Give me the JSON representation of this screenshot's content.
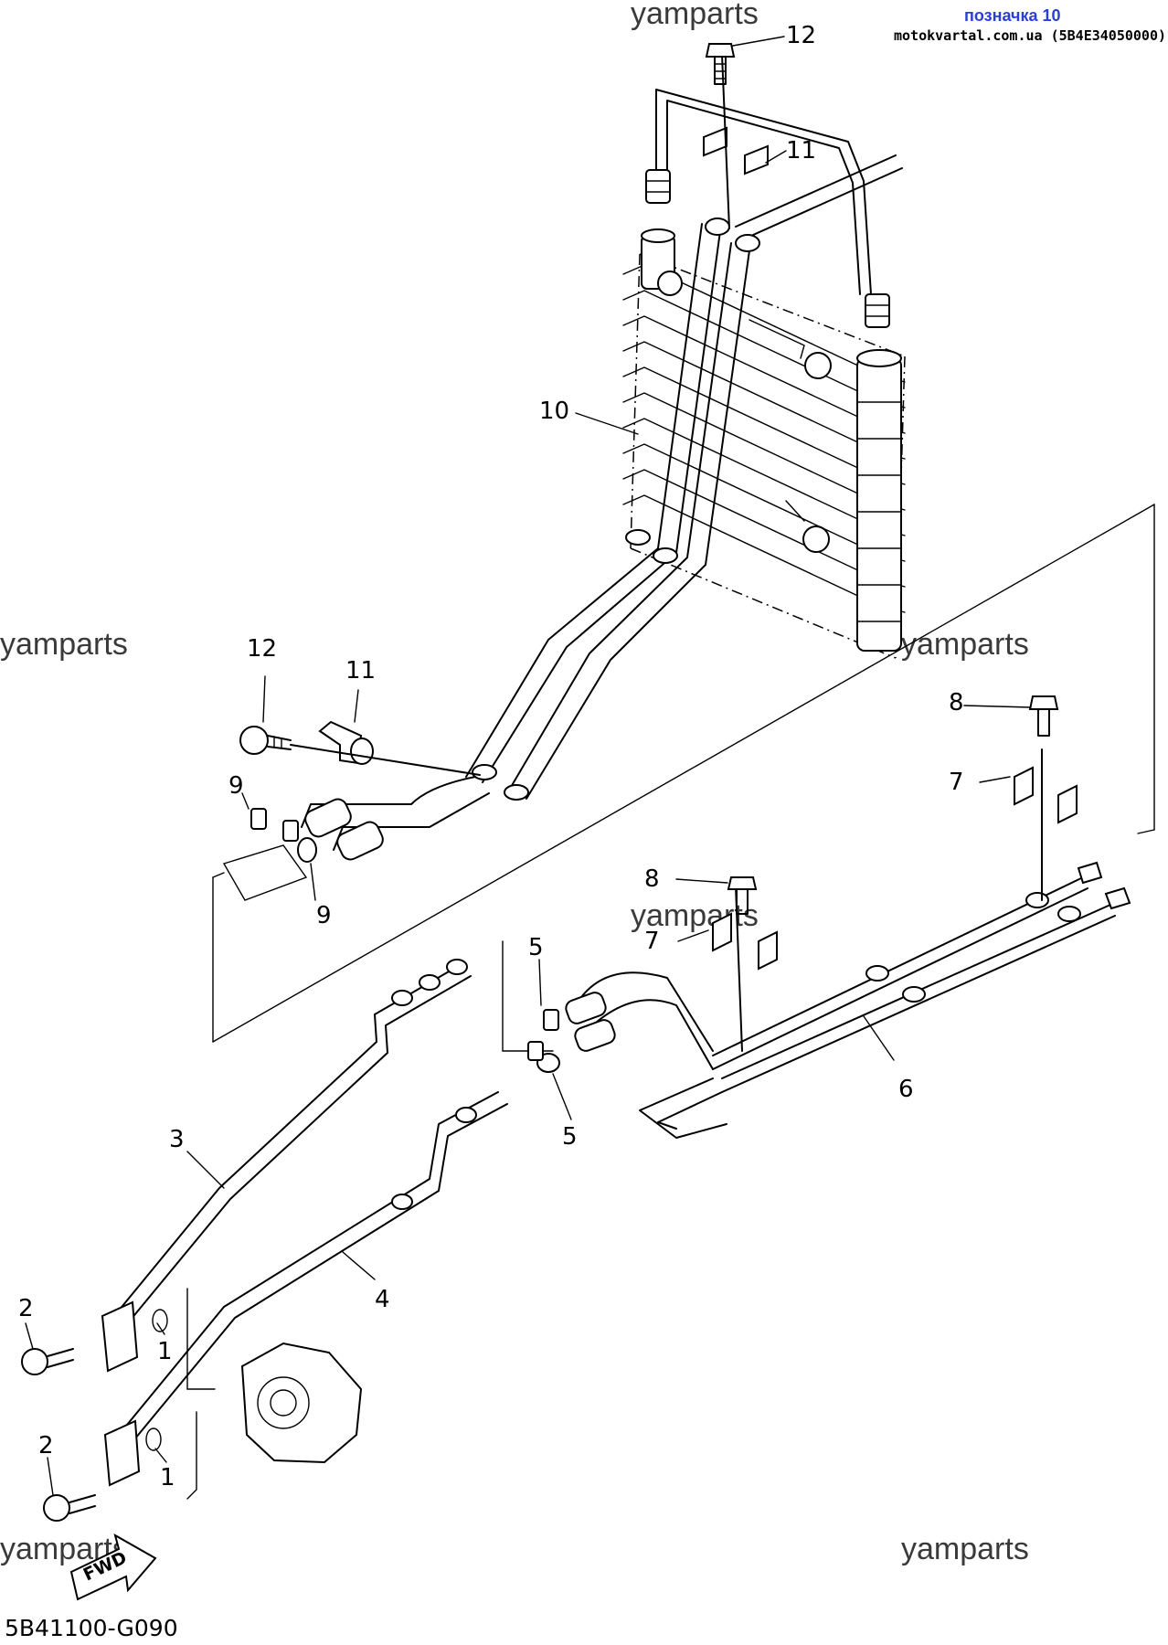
{
  "header": {
    "part_label": "позначка 10",
    "source_line": "motokvartal.com.ua (5B4E34050000)"
  },
  "watermarks": [
    "yamparts",
    "yamparts",
    "yamparts",
    "yamparts",
    "yamparts",
    "yamparts"
  ],
  "diagram_code": "5B41100-G090",
  "fwd_label": "FWD",
  "callouts": {
    "c12a": "12",
    "c11a": "11",
    "c10": "10",
    "c12b": "12",
    "c11b": "11",
    "c9a": "9",
    "c9b": "9",
    "c8a": "8",
    "c7a": "7",
    "c8b": "8",
    "c7b": "7",
    "c5a": "5",
    "c5b": "5",
    "c6": "6",
    "c3": "3",
    "c4": "4",
    "c2a": "2",
    "c1a": "1",
    "c2b": "2",
    "c1b": "1"
  }
}
